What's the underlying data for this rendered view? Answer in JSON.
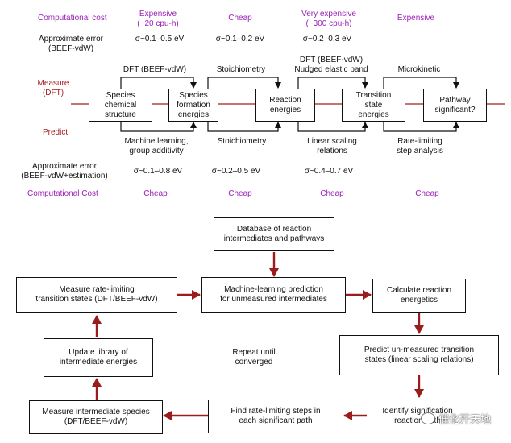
{
  "top": {
    "row_cost_label": "Computational cost",
    "cost": [
      "Expensive\n(~20 cpu-h)",
      "Cheap",
      "Very expensive\n(~300 cpu-h)",
      "Expensive"
    ],
    "error_label": "Approximate error\n(BEEF-vdW)",
    "errors": [
      "σ~0.1–0.5 eV",
      "σ~0.1–0.2 eV",
      "σ~0.2–0.3 eV"
    ],
    "measure_label": "Measure\n(DFT)",
    "measure_methods": [
      "DFT (BEEF-vdW)",
      "Stoichiometry",
      "DFT (BEEF-vdW)\nNudged elastic band",
      "Microkinetic"
    ],
    "boxes": [
      "Species\nchemical\nstructure",
      "Species\nformation\nenergies",
      "Reaction\nenergies",
      "Transition\nstate\nenergies",
      "Pathway\nsignificant?"
    ],
    "predict_label": "Predict",
    "predict_methods": [
      "Machine learning,\ngroup additivity",
      "Stoichiometry",
      "Linear scaling\nrelations",
      "Rate-limiting\nstep analysis"
    ],
    "est_error_label": "Approximate error\n(BEEF-vdW+estimation)",
    "est_errors": [
      "σ~0.1–0.8 eV",
      "σ~0.2–0.5 eV",
      "σ~0.4–0.7 eV"
    ],
    "bottom_cost_label": "Computational Cost",
    "bottom_cost": [
      "Cheap",
      "Cheap",
      "Cheap",
      "Cheap"
    ]
  },
  "loop": {
    "database": "Database of reaction\nintermediates and pathways",
    "ml_prediction": "Machine-learning prediction\nfor unmeasured intermediates",
    "calc_energetics": "Calculate reaction\nenergetics",
    "predict_ts": "Predict un-measured transition\nstates (linear scaling relations)",
    "identify": "Identify signification\nreaction path",
    "find_steps": "Find rate-limiting steps in\neach significant path",
    "measure_species": "Measure intermediate species\n(DFT/BEEF-vdW)",
    "update_library": "Update library of\nintermediate energies",
    "measure_ts": "Measure rate-limiting\ntransition states (DFT/BEEF-vdW)",
    "repeat": "Repeat until\nconverged"
  },
  "watermark": "催化开天地",
  "colors": {
    "purple": "#9b22b5",
    "red": "#a61c1c",
    "arrow": "#9a1c1c"
  }
}
